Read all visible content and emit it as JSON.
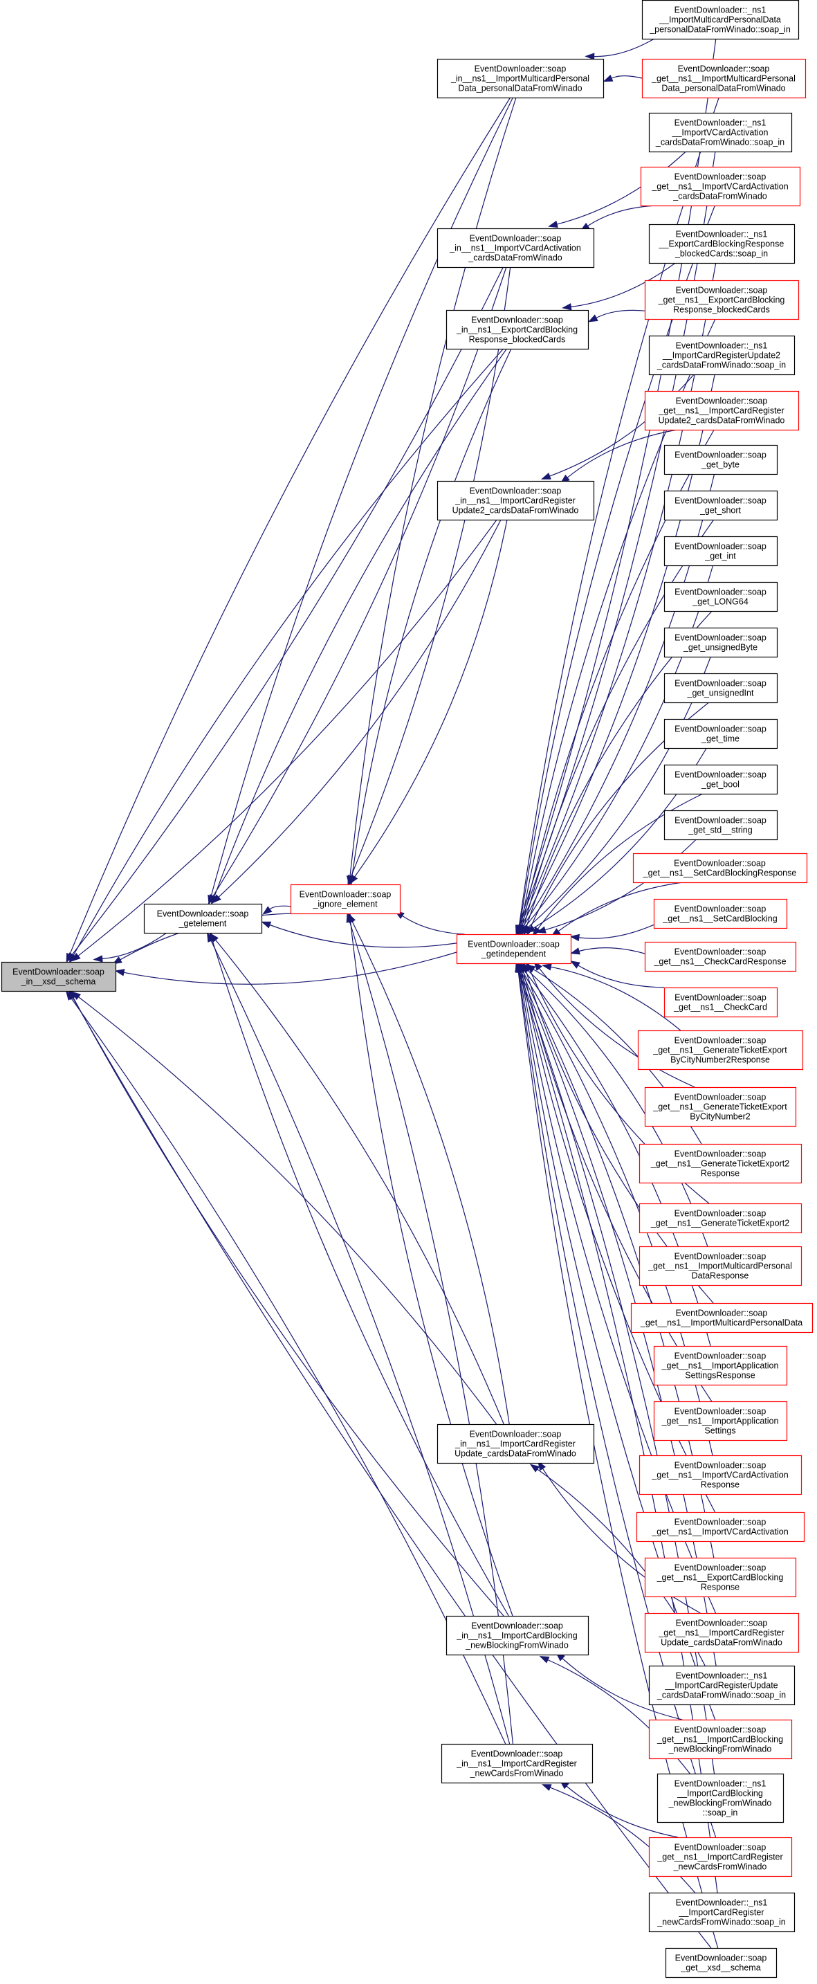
{
  "graph": {
    "title": "EventDownloader::soap_in__xsd__schema caller graph",
    "colors": {
      "edge": "#191970",
      "root_fill": "#bfbfbf",
      "border_black": "#000000",
      "border_red": "#ff0000",
      "node_fill": "#ffffff"
    },
    "nodes": [
      {
        "id": "root",
        "style": "root",
        "lines": [
          "EventDownloader::soap",
          "_in__xsd__schema"
        ]
      },
      {
        "id": "getelement",
        "style": "black",
        "lines": [
          "EventDownloader::soap",
          "_getelement"
        ]
      },
      {
        "id": "ignore",
        "style": "red",
        "lines": [
          "EventDownloader::soap",
          "_ignore_element"
        ]
      },
      {
        "id": "getindep",
        "style": "red",
        "lines": [
          "EventDownloader::soap",
          "_getindependent"
        ]
      },
      {
        "id": "in_multi",
        "style": "black",
        "lines": [
          "EventDownloader::soap",
          "_in__ns1__ImportMulticardPersonal",
          "Data_personalDataFromWinado"
        ]
      },
      {
        "id": "in_vcard",
        "style": "black",
        "lines": [
          "EventDownloader::soap",
          "_in__ns1__ImportVCardActivation",
          "_cardsDataFromWinado"
        ]
      },
      {
        "id": "in_block",
        "style": "black",
        "lines": [
          "EventDownloader::soap",
          "_in__ns1__ExportCardBlocking",
          "Response_blockedCards"
        ]
      },
      {
        "id": "in_reg2",
        "style": "black",
        "lines": [
          "EventDownloader::soap",
          "_in__ns1__ImportCardRegister",
          "Update2_cardsDataFromWinado"
        ]
      },
      {
        "id": "in_regupd",
        "style": "black",
        "lines": [
          "EventDownloader::soap",
          "_in__ns1__ImportCardRegister",
          "Update_cardsDataFromWinado"
        ]
      },
      {
        "id": "in_newblock",
        "style": "black",
        "lines": [
          "EventDownloader::soap",
          "_in__ns1__ImportCardBlocking",
          "_newBlockingFromWinado"
        ]
      },
      {
        "id": "in_newcards",
        "style": "black",
        "lines": [
          "EventDownloader::soap",
          "_in__ns1__ImportCardRegister",
          "_newCardsFromWinado"
        ]
      },
      {
        "id": "r1",
        "style": "black",
        "lines": [
          "EventDownloader::_ns1",
          "__ImportMulticardPersonalData",
          "_personalDataFromWinado::soap_in"
        ]
      },
      {
        "id": "r2",
        "style": "red",
        "lines": [
          "EventDownloader::soap",
          "_get__ns1__ImportMulticardPersonal",
          "Data_personalDataFromWinado"
        ]
      },
      {
        "id": "r3",
        "style": "black",
        "lines": [
          "EventDownloader::_ns1",
          "__ImportVCardActivation",
          "_cardsDataFromWinado::soap_in"
        ]
      },
      {
        "id": "r4",
        "style": "red",
        "lines": [
          "EventDownloader::soap",
          "_get__ns1__ImportVCardActivation",
          "_cardsDataFromWinado"
        ]
      },
      {
        "id": "r5",
        "style": "black",
        "lines": [
          "EventDownloader::_ns1",
          "__ExportCardBlockingResponse",
          "_blockedCards::soap_in"
        ]
      },
      {
        "id": "r6",
        "style": "red",
        "lines": [
          "EventDownloader::soap",
          "_get__ns1__ExportCardBlocking",
          "Response_blockedCards"
        ]
      },
      {
        "id": "r7",
        "style": "black",
        "lines": [
          "EventDownloader::_ns1",
          "__ImportCardRegisterUpdate2",
          "_cardsDataFromWinado::soap_in"
        ]
      },
      {
        "id": "r8",
        "style": "red",
        "lines": [
          "EventDownloader::soap",
          "_get__ns1__ImportCardRegister",
          "Update2_cardsDataFromWinado"
        ]
      },
      {
        "id": "r9",
        "style": "black",
        "lines": [
          "EventDownloader::soap",
          "_get_byte"
        ]
      },
      {
        "id": "r10",
        "style": "black",
        "lines": [
          "EventDownloader::soap",
          "_get_short"
        ]
      },
      {
        "id": "r11",
        "style": "black",
        "lines": [
          "EventDownloader::soap",
          "_get_int"
        ]
      },
      {
        "id": "r12",
        "style": "black",
        "lines": [
          "EventDownloader::soap",
          "_get_LONG64"
        ]
      },
      {
        "id": "r13",
        "style": "black",
        "lines": [
          "EventDownloader::soap",
          "_get_unsignedByte"
        ]
      },
      {
        "id": "r14",
        "style": "black",
        "lines": [
          "EventDownloader::soap",
          "_get_unsignedInt"
        ]
      },
      {
        "id": "r15",
        "style": "black",
        "lines": [
          "EventDownloader::soap",
          "_get_time"
        ]
      },
      {
        "id": "r16",
        "style": "black",
        "lines": [
          "EventDownloader::soap",
          "_get_bool"
        ]
      },
      {
        "id": "r17",
        "style": "black",
        "lines": [
          "EventDownloader::soap",
          "_get_std__string"
        ]
      },
      {
        "id": "r18",
        "style": "red",
        "lines": [
          "EventDownloader::soap",
          "_get__ns1__SetCardBlockingResponse"
        ]
      },
      {
        "id": "r19",
        "style": "red",
        "lines": [
          "EventDownloader::soap",
          "_get__ns1__SetCardBlocking"
        ]
      },
      {
        "id": "r20",
        "style": "red",
        "lines": [
          "EventDownloader::soap",
          "_get__ns1__CheckCardResponse"
        ]
      },
      {
        "id": "r21",
        "style": "red",
        "lines": [
          "EventDownloader::soap",
          "_get__ns1__CheckCard"
        ]
      },
      {
        "id": "r22",
        "style": "red",
        "lines": [
          "EventDownloader::soap",
          "_get__ns1__GenerateTicketExport",
          "ByCityNumber2Response"
        ]
      },
      {
        "id": "r23",
        "style": "red",
        "lines": [
          "EventDownloader::soap",
          "_get__ns1__GenerateTicketExport",
          "ByCityNumber2"
        ]
      },
      {
        "id": "r24",
        "style": "red",
        "lines": [
          "EventDownloader::soap",
          "_get__ns1__GenerateTicketExport2",
          "Response"
        ]
      },
      {
        "id": "r25",
        "style": "red",
        "lines": [
          "EventDownloader::soap",
          "_get__ns1__GenerateTicketExport2"
        ]
      },
      {
        "id": "r26",
        "style": "red",
        "lines": [
          "EventDownloader::soap",
          "_get__ns1__ImportMulticardPersonal",
          "DataResponse"
        ]
      },
      {
        "id": "r27",
        "style": "red",
        "lines": [
          "EventDownloader::soap",
          "_get__ns1__ImportMulticardPersonalData"
        ]
      },
      {
        "id": "r28",
        "style": "red",
        "lines": [
          "EventDownloader::soap",
          "_get__ns1__ImportApplication",
          "SettingsResponse"
        ]
      },
      {
        "id": "r29",
        "style": "red",
        "lines": [
          "EventDownloader::soap",
          "_get__ns1__ImportApplication",
          "Settings"
        ]
      },
      {
        "id": "r30",
        "style": "red",
        "lines": [
          "EventDownloader::soap",
          "_get__ns1__ImportVCardActivation",
          "Response"
        ]
      },
      {
        "id": "r31",
        "style": "red",
        "lines": [
          "EventDownloader::soap",
          "_get__ns1__ImportVCardActivation"
        ]
      },
      {
        "id": "r32",
        "style": "red",
        "lines": [
          "EventDownloader::soap",
          "_get__ns1__ExportCardBlocking",
          "Response"
        ]
      },
      {
        "id": "r33",
        "style": "red",
        "lines": [
          "EventDownloader::soap",
          "_get__ns1__ImportCardRegister",
          "Update_cardsDataFromWinado"
        ]
      },
      {
        "id": "r34",
        "style": "black",
        "lines": [
          "EventDownloader::_ns1",
          "__ImportCardRegisterUpdate",
          "_cardsDataFromWinado::soap_in"
        ]
      },
      {
        "id": "r35",
        "style": "red",
        "lines": [
          "EventDownloader::soap",
          "_get__ns1__ImportCardBlocking",
          "_newBlockingFromWinado"
        ]
      },
      {
        "id": "r36",
        "style": "black",
        "lines": [
          "EventDownloader::_ns1",
          "__ImportCardBlocking",
          "_newBlockingFromWinado",
          "::soap_in"
        ]
      },
      {
        "id": "r37",
        "style": "red",
        "lines": [
          "EventDownloader::soap",
          "_get__ns1__ImportCardRegister",
          "_newCardsFromWinado"
        ]
      },
      {
        "id": "r38",
        "style": "black",
        "lines": [
          "EventDownloader::_ns1",
          "__ImportCardRegister",
          "_newCardsFromWinado::soap_in"
        ]
      },
      {
        "id": "r39",
        "style": "black",
        "lines": [
          "EventDownloader::soap",
          "_get__xsd__schema"
        ]
      }
    ],
    "edges": [
      [
        "getelement",
        "root"
      ],
      [
        "ignore",
        "root"
      ],
      [
        "getindep",
        "root"
      ],
      [
        "in_multi",
        "root"
      ],
      [
        "in_vcard",
        "root"
      ],
      [
        "in_block",
        "root"
      ],
      [
        "in_reg2",
        "root"
      ],
      [
        "in_regupd",
        "root"
      ],
      [
        "in_newblock",
        "root"
      ],
      [
        "in_newcards",
        "root"
      ],
      [
        "r39",
        "root"
      ],
      [
        "ignore",
        "getelement"
      ],
      [
        "getindep",
        "getelement"
      ],
      [
        "in_multi",
        "getelement"
      ],
      [
        "in_vcard",
        "getelement"
      ],
      [
        "in_block",
        "getelement"
      ],
      [
        "in_reg2",
        "getelement"
      ],
      [
        "in_regupd",
        "getelement"
      ],
      [
        "in_newblock",
        "getelement"
      ],
      [
        "in_newcards",
        "getelement"
      ],
      [
        "getindep",
        "ignore"
      ],
      [
        "in_multi",
        "ignore"
      ],
      [
        "in_vcard",
        "ignore"
      ],
      [
        "in_block",
        "ignore"
      ],
      [
        "in_reg2",
        "ignore"
      ],
      [
        "in_regupd",
        "ignore"
      ],
      [
        "in_newblock",
        "ignore"
      ],
      [
        "in_newcards",
        "ignore"
      ],
      [
        "r1",
        "in_multi"
      ],
      [
        "r2",
        "in_multi"
      ],
      [
        "r3",
        "in_vcard"
      ],
      [
        "r4",
        "in_vcard"
      ],
      [
        "r5",
        "in_block"
      ],
      [
        "r6",
        "in_block"
      ],
      [
        "r7",
        "in_reg2"
      ],
      [
        "r8",
        "in_reg2"
      ],
      [
        "r33",
        "in_regupd"
      ],
      [
        "r34",
        "in_regupd"
      ],
      [
        "r35",
        "in_newblock"
      ],
      [
        "r36",
        "in_newblock"
      ],
      [
        "r37",
        "in_newcards"
      ],
      [
        "r38",
        "in_newcards"
      ],
      [
        "r1",
        "getindep"
      ],
      [
        "r2",
        "getindep"
      ],
      [
        "r3",
        "getindep"
      ],
      [
        "r4",
        "getindep"
      ],
      [
        "r5",
        "getindep"
      ],
      [
        "r6",
        "getindep"
      ],
      [
        "r7",
        "getindep"
      ],
      [
        "r8",
        "getindep"
      ],
      [
        "r9",
        "getindep"
      ],
      [
        "r10",
        "getindep"
      ],
      [
        "r11",
        "getindep"
      ],
      [
        "r12",
        "getindep"
      ],
      [
        "r13",
        "getindep"
      ],
      [
        "r14",
        "getindep"
      ],
      [
        "r15",
        "getindep"
      ],
      [
        "r16",
        "getindep"
      ],
      [
        "r17",
        "getindep"
      ],
      [
        "r18",
        "getindep"
      ],
      [
        "r19",
        "getindep"
      ],
      [
        "r20",
        "getindep"
      ],
      [
        "r21",
        "getindep"
      ],
      [
        "r22",
        "getindep"
      ],
      [
        "r23",
        "getindep"
      ],
      [
        "r24",
        "getindep"
      ],
      [
        "r25",
        "getindep"
      ],
      [
        "r26",
        "getindep"
      ],
      [
        "r27",
        "getindep"
      ],
      [
        "r28",
        "getindep"
      ],
      [
        "r29",
        "getindep"
      ],
      [
        "r30",
        "getindep"
      ],
      [
        "r31",
        "getindep"
      ],
      [
        "r32",
        "getindep"
      ],
      [
        "r33",
        "getindep"
      ],
      [
        "r34",
        "getindep"
      ],
      [
        "r35",
        "getindep"
      ],
      [
        "r36",
        "getindep"
      ],
      [
        "r37",
        "getindep"
      ],
      [
        "r38",
        "getindep"
      ],
      [
        "r39",
        "getindep"
      ]
    ]
  }
}
